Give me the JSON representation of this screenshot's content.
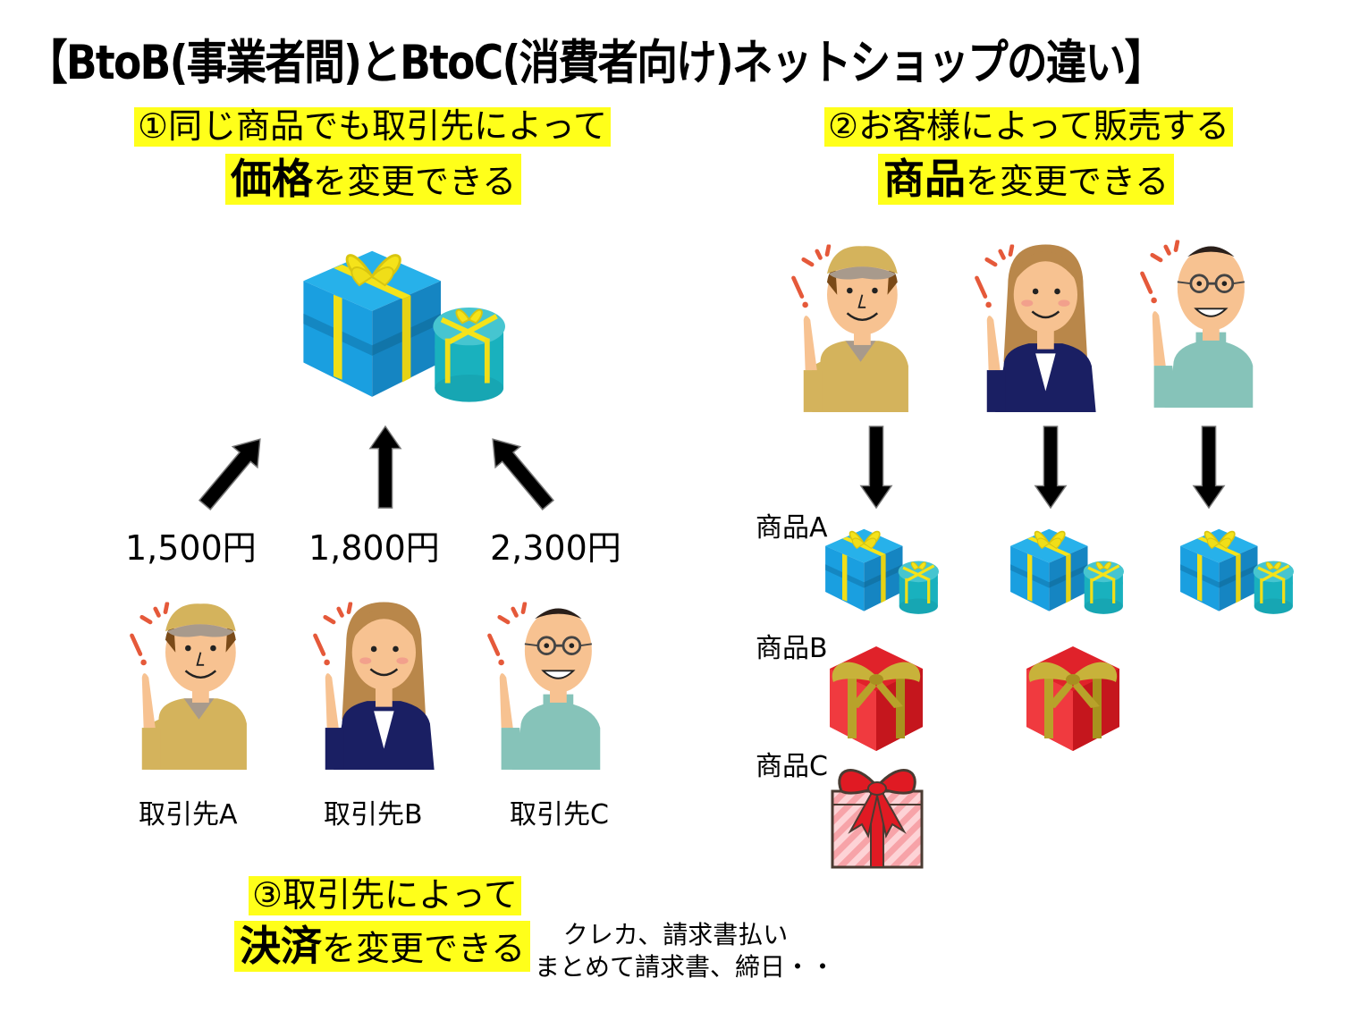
{
  "title": "【BtoB(事業者間)とBtoC(消費者向け)ネットショップの違い】",
  "section1": {
    "line1": "①同じ商品でも取引先によって",
    "line2_bold": "価格",
    "line2_rest": "を変更できる",
    "prices": [
      "1,500円",
      "1,800円",
      "2,300円"
    ],
    "clients": [
      "取引先A",
      "取引先B",
      "取引先C"
    ]
  },
  "section2": {
    "line1": "②お客様によって販売する",
    "line2_bold": "商品",
    "line2_rest": "を変更できる",
    "products": [
      "商品A",
      "商品B",
      "商品C"
    ]
  },
  "section3": {
    "line1": "③取引先によって",
    "line2_bold": "決済",
    "line2_rest": "を変更できる",
    "note_line1": "クレカ、請求書払い",
    "note_line2": "まとめて請求書、締日・・"
  },
  "icons": {
    "gift_blue": "gift-blue-icon",
    "gift_red": "gift-red-icon",
    "gift_pink": "gift-pink-striped-icon",
    "person_cap": "worker-cap-person-icon",
    "person_woman": "business-woman-person-icon",
    "person_glasses": "glasses-man-person-icon",
    "arrow": "arrow-icon"
  },
  "colors": {
    "highlight": "#ffff1a",
    "gift_blue": "#1a9fe0",
    "gift_teal": "#2bbccb",
    "ribbon_yellow": "#f5e31a",
    "gift_red": "#e0222a",
    "ribbon_gold": "#b8a22a",
    "exclaim": "#e5593a"
  }
}
